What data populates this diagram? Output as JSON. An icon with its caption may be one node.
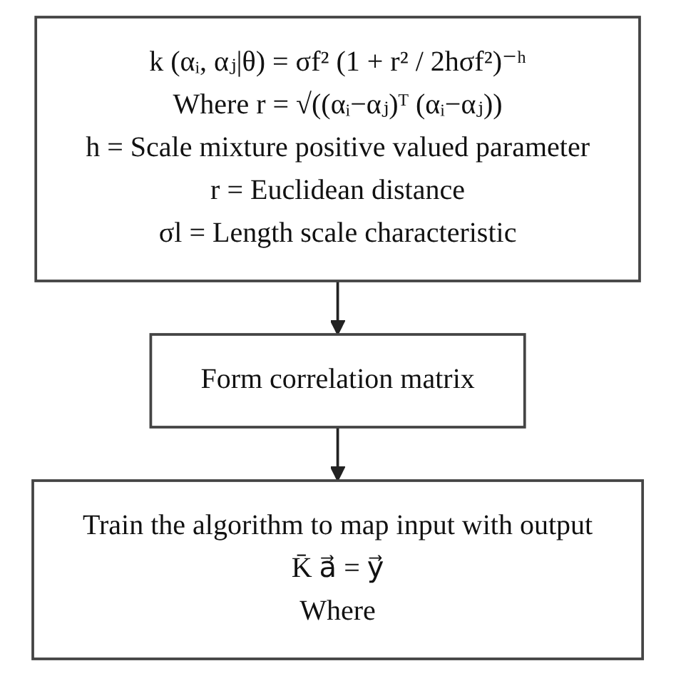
{
  "diagram": {
    "nodes": [
      {
        "text": [
          "k (αᵢ, αⱼ|θ) = σf² (1 + r² / 2hσf²)⁻ʰ",
          "Where r = √((αᵢ−αⱼ)ᵀ (αᵢ−αⱼ))",
          "h = Scale mixture positive valued parameter",
          "r = Euclidean distance",
          "σl = Length scale characteristic"
        ]
      },
      {
        "text": [
          "Form correlation matrix"
        ]
      },
      {
        "text": [
          "Train the algorithm to map input with output",
          "K̄ a⃗ = y⃗",
          "Where"
        ]
      }
    ],
    "edges": [
      {
        "from": 0,
        "to": 1,
        "arrow": "to"
      },
      {
        "from": 1,
        "to": 2,
        "arrow": "to"
      }
    ]
  }
}
